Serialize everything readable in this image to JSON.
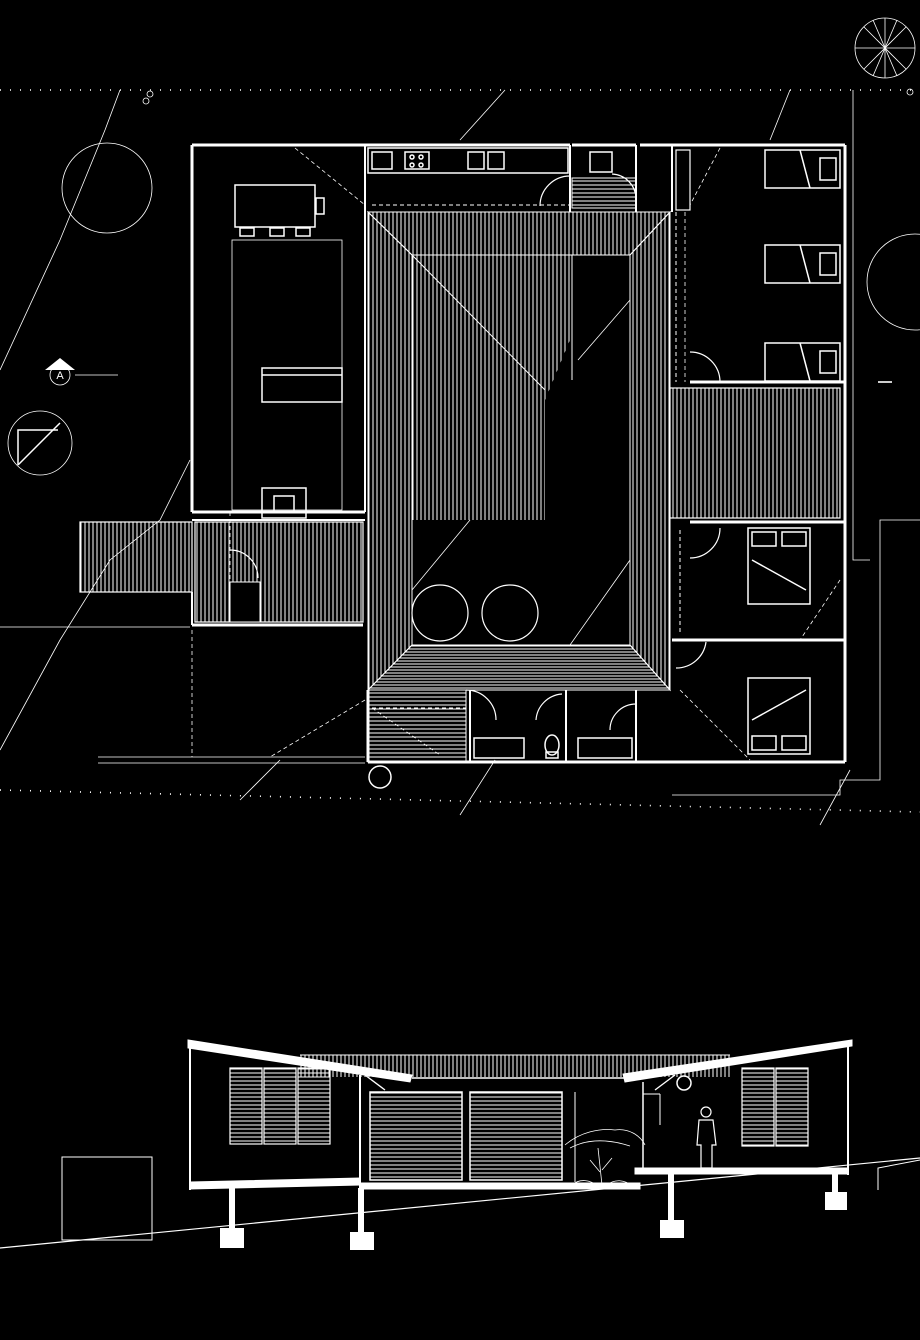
{
  "drawing": {
    "background": "#000000",
    "line_color": "#ffffff",
    "section_marker": {
      "label": "A"
    },
    "views": [
      "floor-plan",
      "section-a"
    ],
    "plan_rooms": [
      "living-dining",
      "kitchen",
      "laundry",
      "bedroom",
      "bedroom",
      "bedroom",
      "bedroom",
      "bathroom",
      "wc",
      "courtyard",
      "deck",
      "entry-bridge",
      "verandah"
    ],
    "icons": [
      "north-arrow-icon",
      "section-marker-icon",
      "tree-icon",
      "person-icon",
      "shrub-icon"
    ]
  }
}
